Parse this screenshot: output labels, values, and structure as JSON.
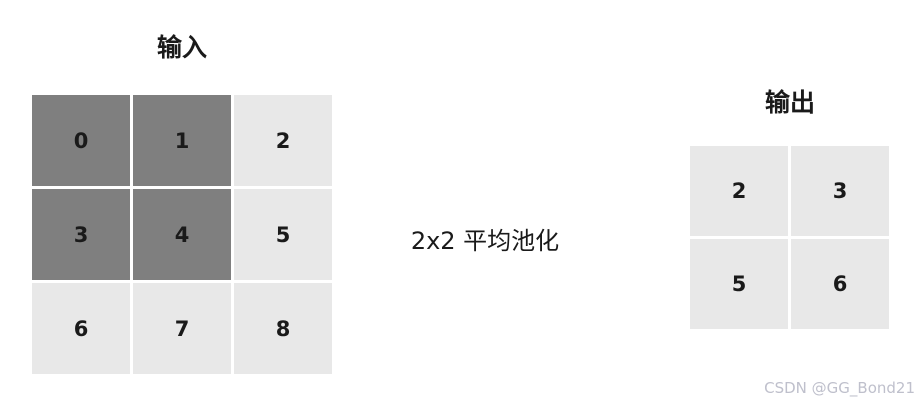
{
  "colors": {
    "dark_cell": "#7f7f7f",
    "light_cell": "#e8e8e8",
    "text": "#1a1a1a",
    "watermark": "#bfc0cc"
  },
  "input": {
    "title": "输入",
    "cells": [
      "0",
      "1",
      "2",
      "3",
      "4",
      "5",
      "6",
      "7",
      "8"
    ],
    "highlighted_cells": [
      0,
      1,
      3,
      4
    ]
  },
  "operation": {
    "label": "2x2 平均池化"
  },
  "output": {
    "title": "输出",
    "cells": [
      "2",
      "3",
      "5",
      "6"
    ]
  },
  "watermark": {
    "text": "CSDN @GG_Bond21"
  }
}
